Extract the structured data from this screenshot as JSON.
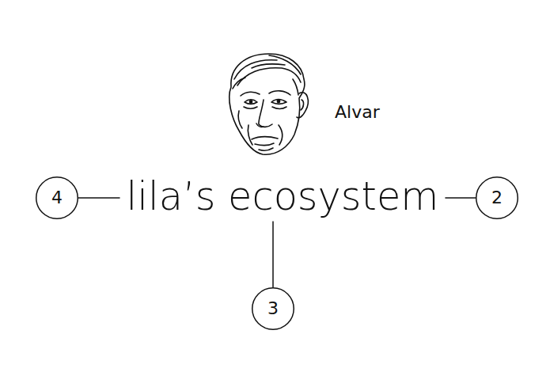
{
  "diagram": {
    "nodes": [
      {
        "text": [
          "4"
        ]
      },
      {
        "text": [
          "lila’s ecosystem"
        ]
      },
      {
        "text": [
          "2"
        ]
      },
      {
        "text": [
          "3"
        ]
      }
    ],
    "edges": [
      {
        "from": 1,
        "to": 0,
        "arrow": "none"
      },
      {
        "from": 1,
        "to": 2,
        "arrow": "none"
      },
      {
        "from": 1,
        "to": 3,
        "arrow": "none"
      }
    ],
    "labels": [
      "Alvar"
    ]
  }
}
